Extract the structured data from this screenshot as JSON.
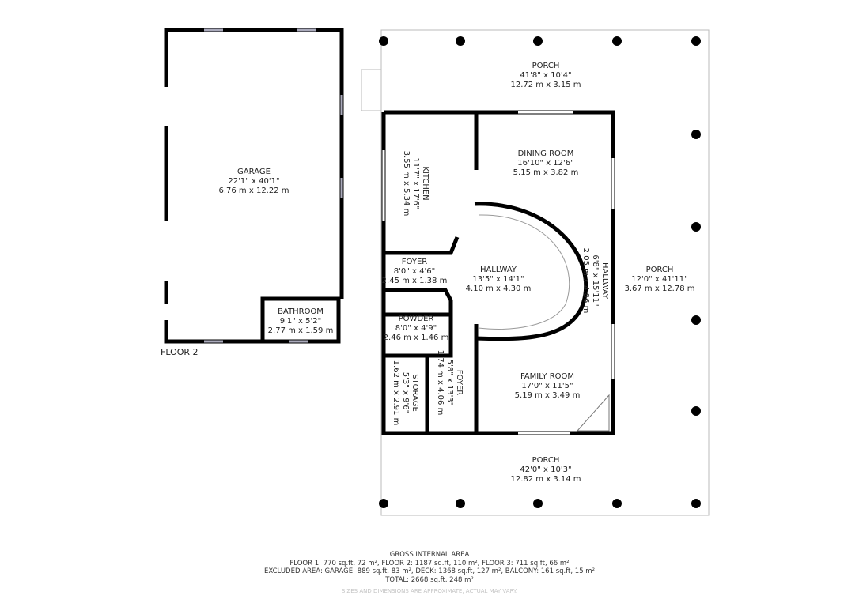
{
  "floor_label": "FLOOR 2",
  "rooms": {
    "garage": {
      "name": "GARAGE",
      "imperial": "22'1\" x 40'1\"",
      "metric": "6.76 m x 12.22 m"
    },
    "bathroom": {
      "name": "BATHROOM",
      "imperial": "9'1\" x 5'2\"",
      "metric": "2.77 m x 1.59 m"
    },
    "porch_top": {
      "name": "PORCH",
      "imperial": "41'8\" x 10'4\"",
      "metric": "12.72 m x 3.15 m"
    },
    "kitchen": {
      "name": "KITCHEN",
      "imperial": "11'7\" x 17'6\"",
      "metric": "3.55 m x 5.34 m"
    },
    "dining": {
      "name": "DINING ROOM",
      "imperial": "16'10\" x 12'6\"",
      "metric": "5.15 m x 3.82 m"
    },
    "foyer1": {
      "name": "FOYER",
      "imperial": "8'0\" x 4'6\"",
      "metric": "2.45 m x 1.38 m"
    },
    "hallway1": {
      "name": "HALLWAY",
      "imperial": "13'5\" x 14'1\"",
      "metric": "4.10 m x 4.30 m"
    },
    "hallway2": {
      "name": "HALLWAY",
      "imperial": "6'8\" x 15'11\"",
      "metric": "2.05 m x 4.86 m"
    },
    "porch_right": {
      "name": "PORCH",
      "imperial": "12'0\" x 41'11\"",
      "metric": "3.67 m x 12.78 m"
    },
    "powder": {
      "name": "POWDER",
      "imperial": "8'0\" x 4'9\"",
      "metric": "2.46 m x 1.46 m"
    },
    "storage": {
      "name": "STORAGE",
      "imperial": "5'3\" x 9'6\"",
      "metric": "1.62 m x 2.91 m"
    },
    "foyer2": {
      "name": "FOYER",
      "imperial": "5'8\" x 13'3\"",
      "metric": "1.74 m x 4.06 m"
    },
    "family": {
      "name": "FAMILY ROOM",
      "imperial": "17'0\" x 11'5\"",
      "metric": "5.19 m x 3.49 m"
    },
    "porch_bottom": {
      "name": "PORCH",
      "imperial": "42'0\" x 10'3\"",
      "metric": "12.82 m x 3.14 m"
    }
  },
  "footer": {
    "title": "GROSS INTERNAL AREA",
    "line1": "FLOOR 1: 770 sq.ft, 72 m², FLOOR 2: 1187 sq.ft, 110 m², FLOOR 3: 711 sq.ft, 66 m²",
    "line2": "EXCLUDED AREA: GARAGE: 889 sq.ft, 83 m², DECK: 1368 sq.ft, 127 m², BALCONY: 161 sq.ft, 15 m²",
    "line3": "TOTAL: 2668 sq.ft, 248 m²",
    "note": "SIZES AND DIMENSIONS ARE APPROXIMATE, ACTUAL MAY VARY."
  }
}
